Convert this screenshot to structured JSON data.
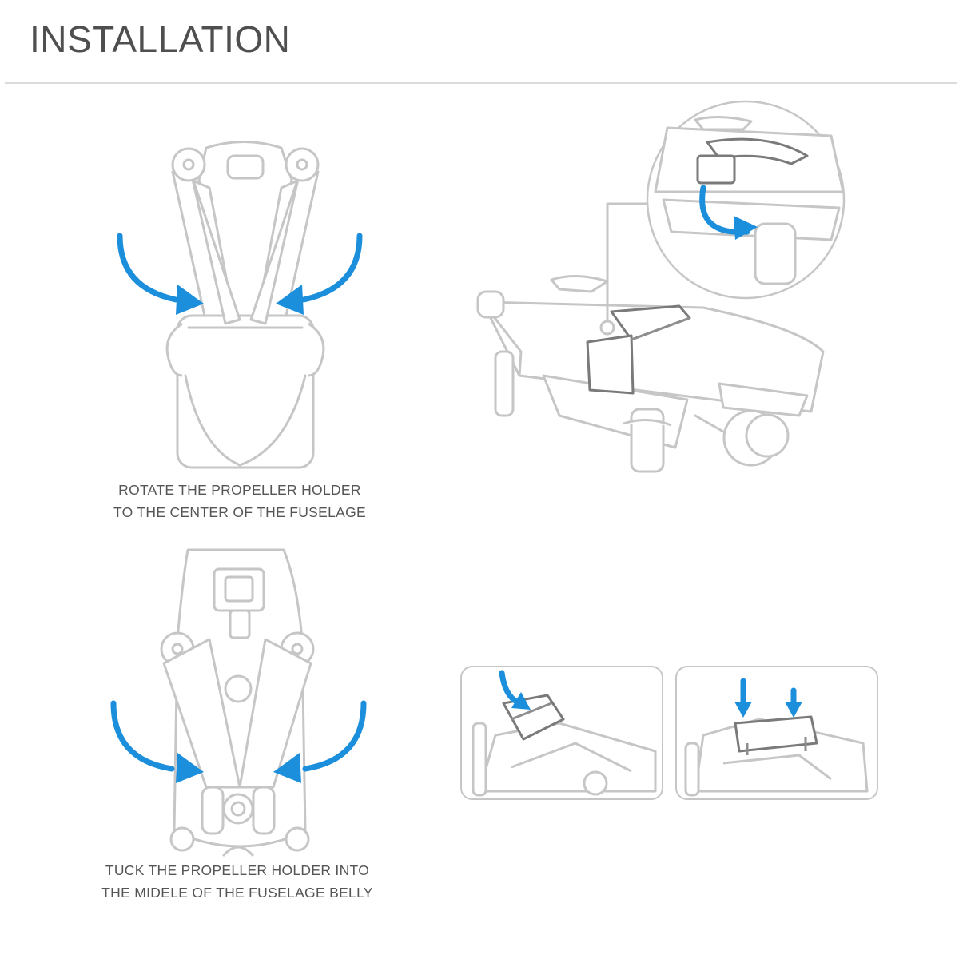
{
  "header": {
    "title": "INSTALLATION"
  },
  "steps": [
    {
      "caption_line1": "ROTATE THE PROPELLER HOLDER",
      "caption_line2": "TO THE CENTER OF THE FUSELAGE"
    },
    {
      "caption_line1": "TUCK THE PROPELLER HOLDER INTO",
      "caption_line2": "THE MIDELE OF THE FUSELAGE BELLY"
    }
  ],
  "colors": {
    "arrow": "#1c8fdc",
    "outline": "#c6c6c6",
    "holder": "#7a7a7a",
    "title": "#4f4f4f"
  }
}
